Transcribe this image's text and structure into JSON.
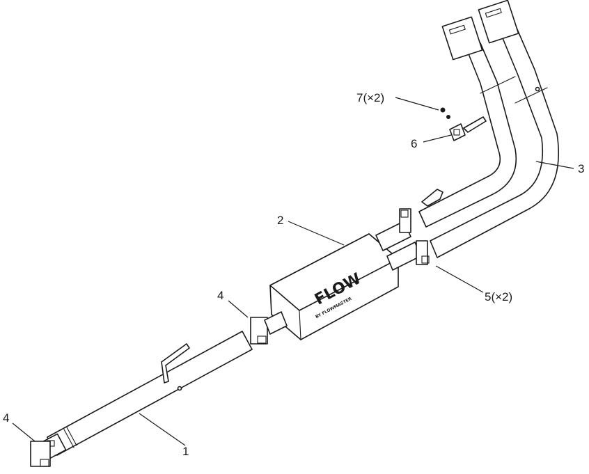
{
  "callouts": {
    "part1": "1",
    "part2": "2",
    "part3": "3",
    "part4_left": "4",
    "part4_mid": "4",
    "part5": "5(×2)",
    "part6": "6",
    "part7": "7(×2)"
  },
  "muffler_logo": {
    "brand": "FLOW",
    "sub": "BY FLOWMASTER"
  },
  "colors": {
    "ink": "#1a1a1a",
    "fill": "#ffffff"
  }
}
